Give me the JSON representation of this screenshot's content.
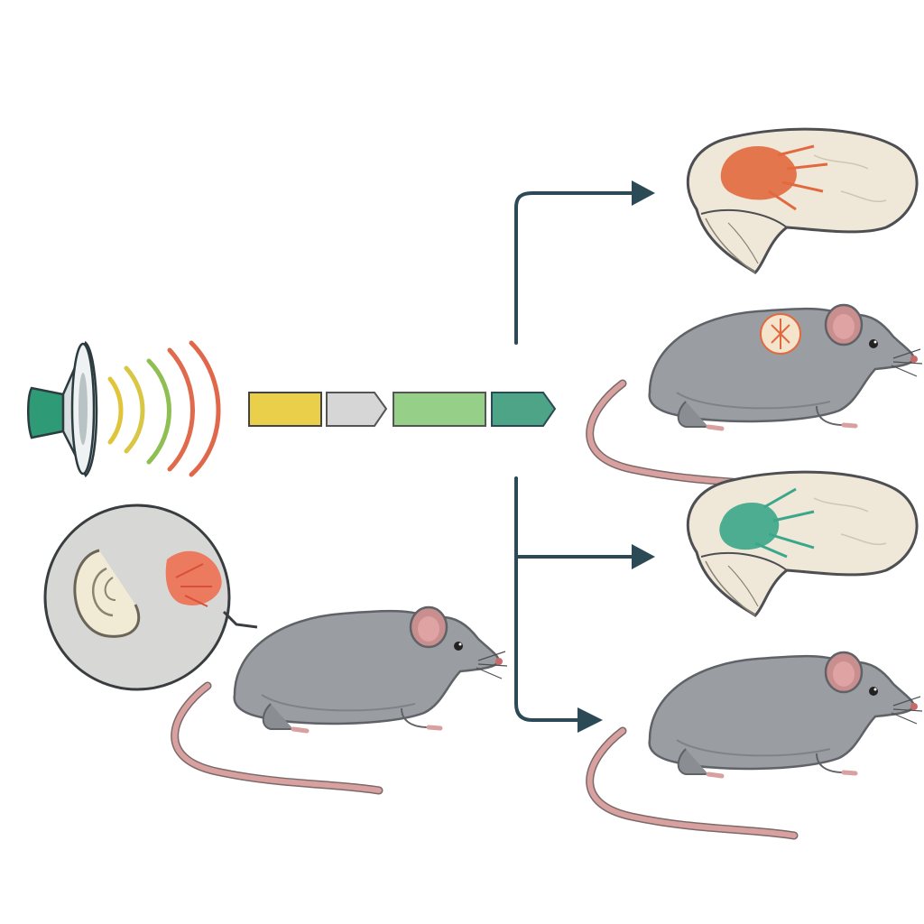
{
  "diagram": {
    "type": "flow",
    "colors": {
      "arrow": "#2c4a55",
      "rat_body": "#9a9da1",
      "rat_shade": "#7f8286",
      "rat_tail": "#d9a0a0",
      "speaker_green": "#2f9a76",
      "wave_colors": [
        "#e0c53a",
        "#d8c644",
        "#8fbf52",
        "#e06b4c",
        "#e0674a"
      ],
      "timeline_segments": [
        "#ead04a",
        "#d6d6d6",
        "#96cf88",
        "#4ea486"
      ],
      "brain_fill": "#efe8d8",
      "lesion_orange": "#e2693f",
      "lesion_teal": "#3aa68a",
      "ear_lesion": "#ee6a4a"
    },
    "nodes": [
      {
        "id": "sound-source",
        "icon": "speaker-icon"
      },
      {
        "id": "sound-waves",
        "icon": "sound-waves-icon"
      },
      {
        "id": "timeline",
        "icon": "timeline-bar-icon"
      },
      {
        "id": "source-rat-with-ear-inset",
        "icon": "rat-icon"
      },
      {
        "id": "outcome-top-brain",
        "icon": "brain-orange-lesion-icon"
      },
      {
        "id": "outcome-top-rat",
        "icon": "rat-icon"
      },
      {
        "id": "outcome-bottom-brain",
        "icon": "brain-teal-lesion-icon"
      },
      {
        "id": "outcome-bottom-rat",
        "icon": "rat-icon"
      }
    ],
    "edges": [
      {
        "from": "timeline",
        "to": "outcome-top-brain"
      },
      {
        "from": "timeline",
        "to": "outcome-bottom-brain"
      },
      {
        "from": "timeline",
        "to": "outcome-bottom-rat"
      }
    ]
  }
}
